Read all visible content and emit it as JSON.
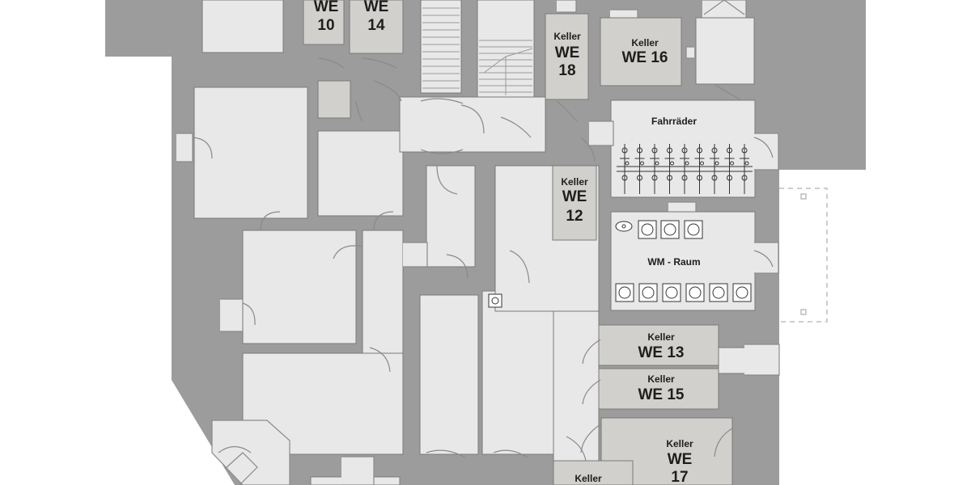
{
  "plan": {
    "colors": {
      "wall": "#9c9c9c",
      "room_light": "#e8e8e8",
      "room_cellar": "#d2d0cc",
      "room_outline": "#7a7a7a",
      "door_line": "#8a8a8a",
      "text": "#1e1e1e",
      "background": "#ffffff",
      "terrace_dash": "#9c9c9c"
    },
    "rooms": {
      "keller_we10": {
        "label": "WE",
        "number": "10"
      },
      "keller_we14": {
        "label": "WE",
        "number": "14"
      },
      "keller_we18": {
        "label_top": "Keller",
        "label": "WE",
        "number": "18"
      },
      "keller_we16": {
        "label_top": "Keller",
        "label": "WE 16"
      },
      "fahrraeder": {
        "label": "Fahrräder"
      },
      "keller_we12": {
        "label_top": "Keller",
        "label": "WE",
        "number": "12"
      },
      "wm_raum": {
        "label": "WM - Raum"
      },
      "keller_we13": {
        "label_top": "Keller",
        "label": "WE 13"
      },
      "keller_we15": {
        "label_top": "Keller",
        "label": "WE 15"
      },
      "keller_we17": {
        "label_top": "Keller",
        "label": "WE",
        "number": "17"
      },
      "keller_bottom": {
        "label_top": "Keller"
      }
    },
    "icons": {
      "bicycle_rack": "bicycle-icon",
      "washing_machine": "washing-machine-icon",
      "sink": "sink-icon",
      "door_swing": "door-swing-icon",
      "stairs": "staircase-icon",
      "chimney": "chimney-icon"
    }
  }
}
